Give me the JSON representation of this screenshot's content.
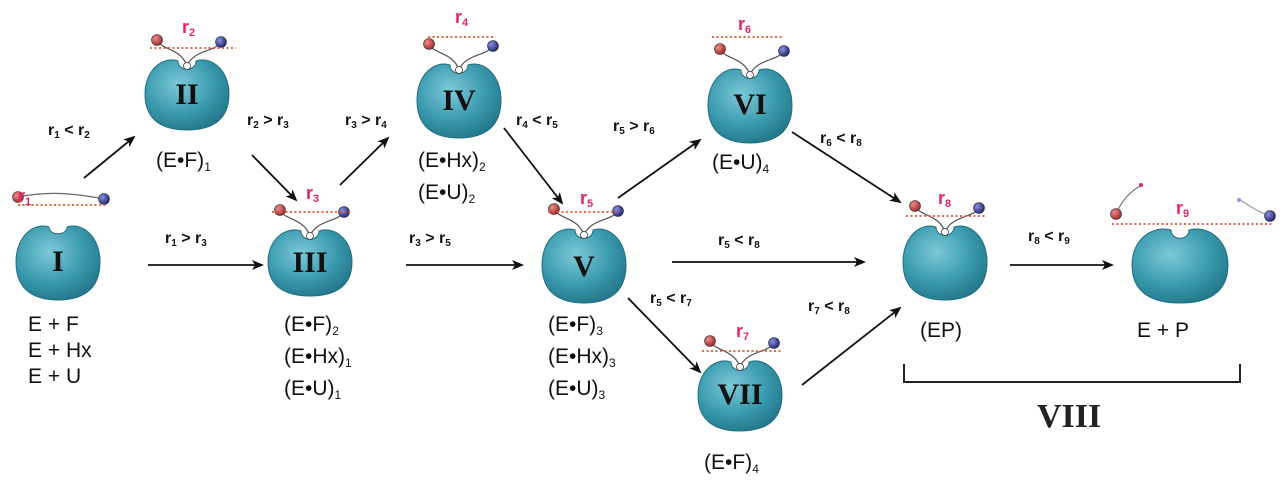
{
  "colors": {
    "enzyme": "#3a9aae",
    "enzyme_dark": "#1f6f82",
    "red_ball": "#b83a3a",
    "blue_ball": "#2a2f8f",
    "distance_label": "#e0246b",
    "dotted_line": "#e05530",
    "arrow": "#111111"
  },
  "states": [
    {
      "id": "I",
      "roman": "I",
      "labels": [
        [
          "E + F",
          ""
        ],
        [
          "E + Hx",
          ""
        ],
        [
          "E + U",
          ""
        ]
      ]
    },
    {
      "id": "II",
      "roman": "II",
      "labels": [
        [
          "(E•F)",
          "1"
        ]
      ]
    },
    {
      "id": "III",
      "roman": "III",
      "labels": [
        [
          "(E•F)",
          "2"
        ],
        [
          "(E•Hx)",
          "1"
        ],
        [
          "(E•U)",
          "1"
        ]
      ]
    },
    {
      "id": "IV",
      "roman": "IV",
      "labels": [
        [
          "(E•Hx)",
          "2"
        ],
        [
          "(E•U)",
          "2"
        ]
      ]
    },
    {
      "id": "V",
      "roman": "V",
      "labels": [
        [
          "(E•F)",
          "3"
        ],
        [
          "(E•Hx)",
          "3"
        ],
        [
          "(E•U)",
          "3"
        ]
      ]
    },
    {
      "id": "VI",
      "roman": "VI",
      "labels": [
        [
          "(E•U)",
          "4"
        ]
      ]
    },
    {
      "id": "VII",
      "roman": "VII",
      "labels": [
        [
          "(E•F)",
          "4"
        ]
      ]
    },
    {
      "id": "EP",
      "roman": "",
      "labels": [
        [
          "(EP)",
          ""
        ]
      ]
    },
    {
      "id": "EP2",
      "roman": "",
      "labels": [
        [
          "E + P",
          ""
        ]
      ]
    }
  ],
  "distances": {
    "I": [
      "r",
      "1"
    ],
    "II": [
      "r",
      "2"
    ],
    "III": [
      "r",
      "3"
    ],
    "IV": [
      "r",
      "4"
    ],
    "V": [
      "r",
      "5"
    ],
    "VI": [
      "r",
      "6"
    ],
    "VII": [
      "r",
      "7"
    ],
    "EP": [
      "r",
      "8"
    ],
    "EP2": [
      "r",
      "9"
    ]
  },
  "transitions": [
    {
      "id": "I-II",
      "parts": [
        [
          "r",
          "1"
        ],
        [
          " < ",
          ""
        ],
        [
          "r",
          "2"
        ]
      ]
    },
    {
      "id": "I-III",
      "parts": [
        [
          "r",
          "1"
        ],
        [
          " > ",
          ""
        ],
        [
          "r",
          "3"
        ]
      ]
    },
    {
      "id": "II-III",
      "parts": [
        [
          "r",
          "2"
        ],
        [
          " > ",
          ""
        ],
        [
          "r",
          "3"
        ]
      ]
    },
    {
      "id": "III-IV",
      "parts": [
        [
          "r",
          "3"
        ],
        [
          " > ",
          ""
        ],
        [
          "r",
          "4"
        ]
      ]
    },
    {
      "id": "III-V",
      "parts": [
        [
          "r",
          "3"
        ],
        [
          " > ",
          ""
        ],
        [
          "r",
          "5"
        ]
      ]
    },
    {
      "id": "IV-V",
      "parts": [
        [
          "r",
          "4"
        ],
        [
          " < ",
          ""
        ],
        [
          "r",
          "5"
        ]
      ]
    },
    {
      "id": "V-VI",
      "parts": [
        [
          "r",
          "5"
        ],
        [
          " > ",
          ""
        ],
        [
          "r",
          "6"
        ]
      ]
    },
    {
      "id": "V-EP",
      "parts": [
        [
          "r",
          "5"
        ],
        [
          " < ",
          ""
        ],
        [
          "r",
          "8"
        ]
      ]
    },
    {
      "id": "V-VII",
      "parts": [
        [
          "r",
          "5"
        ],
        [
          " < ",
          ""
        ],
        [
          "r",
          "7"
        ]
      ]
    },
    {
      "id": "VI-EP",
      "parts": [
        [
          "r",
          "6"
        ],
        [
          " < ",
          ""
        ],
        [
          "r",
          "8"
        ]
      ]
    },
    {
      "id": "VII-EP",
      "parts": [
        [
          "r",
          "7"
        ],
        [
          " < ",
          ""
        ],
        [
          "r",
          "8"
        ]
      ]
    },
    {
      "id": "EP-EP2",
      "parts": [
        [
          "r",
          "8"
        ],
        [
          " < ",
          ""
        ],
        [
          "r",
          "9"
        ]
      ]
    }
  ],
  "bracket_label": "VIII"
}
